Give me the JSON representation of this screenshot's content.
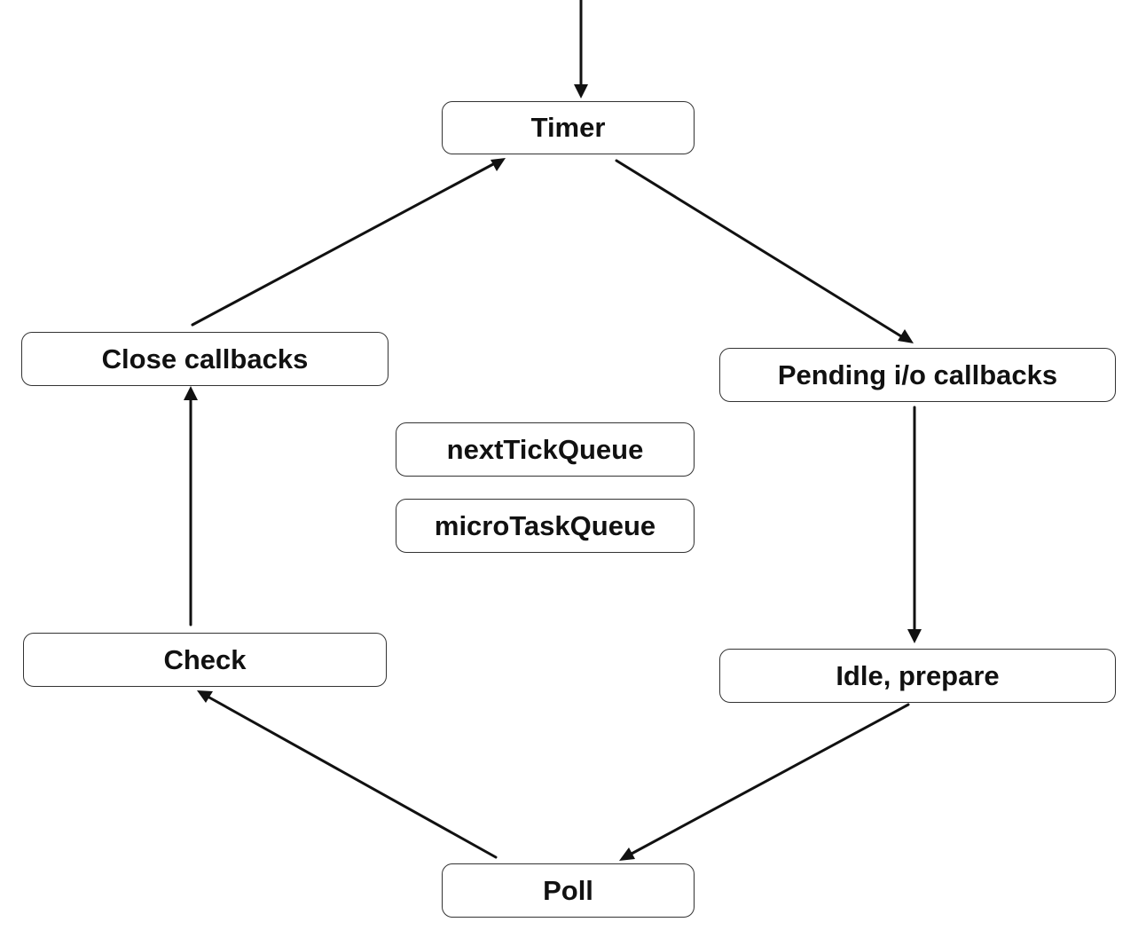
{
  "diagram": {
    "nodes": {
      "timer": "Timer",
      "pending_io_callbacks": "Pending i/o callbacks",
      "idle_prepare": "Idle, prepare",
      "poll": "Poll",
      "check": "Check",
      "close_callbacks": "Close callbacks",
      "next_tick_queue": "nextTickQueue",
      "micro_task_queue": "microTaskQueue"
    },
    "edges": [
      {
        "from": "",
        "to": "timer"
      },
      {
        "from": "timer",
        "to": "pending_io_callbacks"
      },
      {
        "from": "pending_io_callbacks",
        "to": "idle_prepare"
      },
      {
        "from": "idle_prepare",
        "to": "poll"
      },
      {
        "from": "poll",
        "to": "check"
      },
      {
        "from": "check",
        "to": "close_callbacks"
      },
      {
        "from": "close_callbacks",
        "to": "timer"
      }
    ]
  }
}
